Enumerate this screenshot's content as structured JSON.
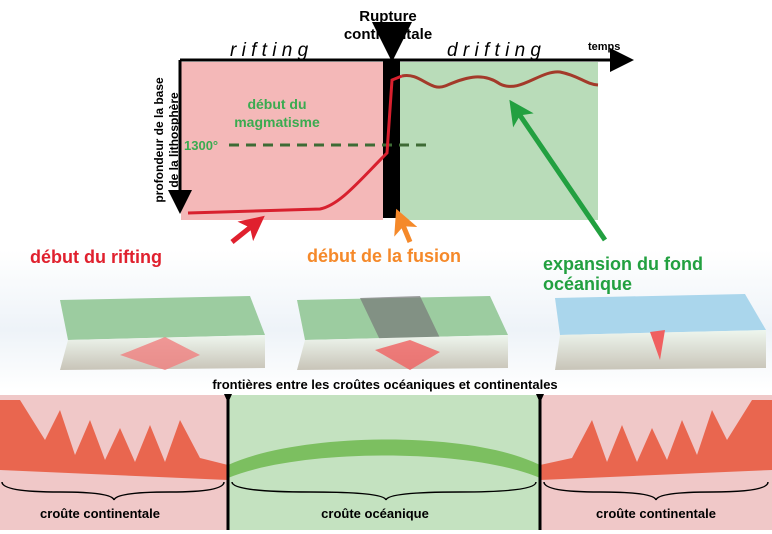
{
  "top": {
    "rupture_line1": "Rupture",
    "rupture_line2": "continentale",
    "rifting": "r i f t i n g",
    "drifting": "d r i f t i n g",
    "x_axis": "temps",
    "y_axis_line1": "profondeur de la base",
    "y_axis_line2": "de la lithosphère",
    "magmatisme_line1": "début du",
    "magmatisme_line2": "magmatisme",
    "isotherm": "1300°"
  },
  "labels": {
    "rifting_start": "début du rifting",
    "fusion_start": "début de la fusion",
    "expansion_line1": "expansion du fond",
    "expansion_line2": "océanique"
  },
  "bottom": {
    "boundaries": "frontières entre les croûtes océaniques et continentales",
    "left": "croûte continentale",
    "middle": "croûte océanique",
    "right": "croûte continentale"
  },
  "colors": {
    "red": "#e0202e",
    "orange": "#f5892a",
    "green": "#22a040",
    "pink": "#f4b8b8",
    "lightgreen": "#b9dcb9"
  }
}
